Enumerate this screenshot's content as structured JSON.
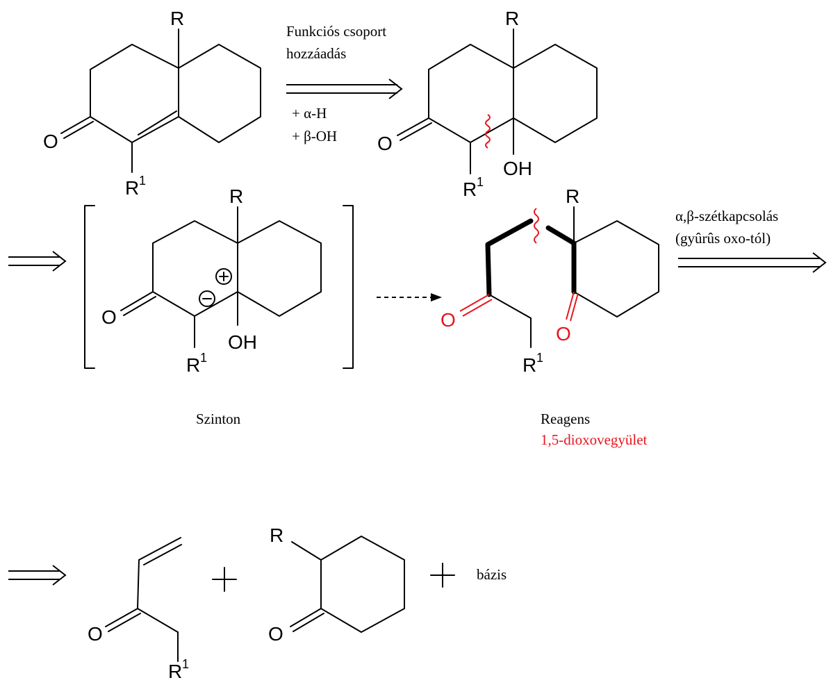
{
  "atoms": {
    "R": "R",
    "R1": "R",
    "sup1": "1",
    "O": "O",
    "OH": "OH"
  },
  "steps": {
    "step1_line1": "Funkciós csoport",
    "step1_line2": "hozzáadás",
    "step1_cond1": "+ α-H",
    "step1_cond2": "+ β-OH",
    "step2_line1": "α,β-szétkapcsolás",
    "step2_line2": "(gyûrûs oxo-tól)"
  },
  "labels": {
    "synthon": "Szinton",
    "reagent": "Reagens",
    "reagent_sub": "1,5-dioxovegyület",
    "base": "bázis"
  },
  "colors": {
    "highlight": "#e8141c",
    "ink": "#000000"
  }
}
